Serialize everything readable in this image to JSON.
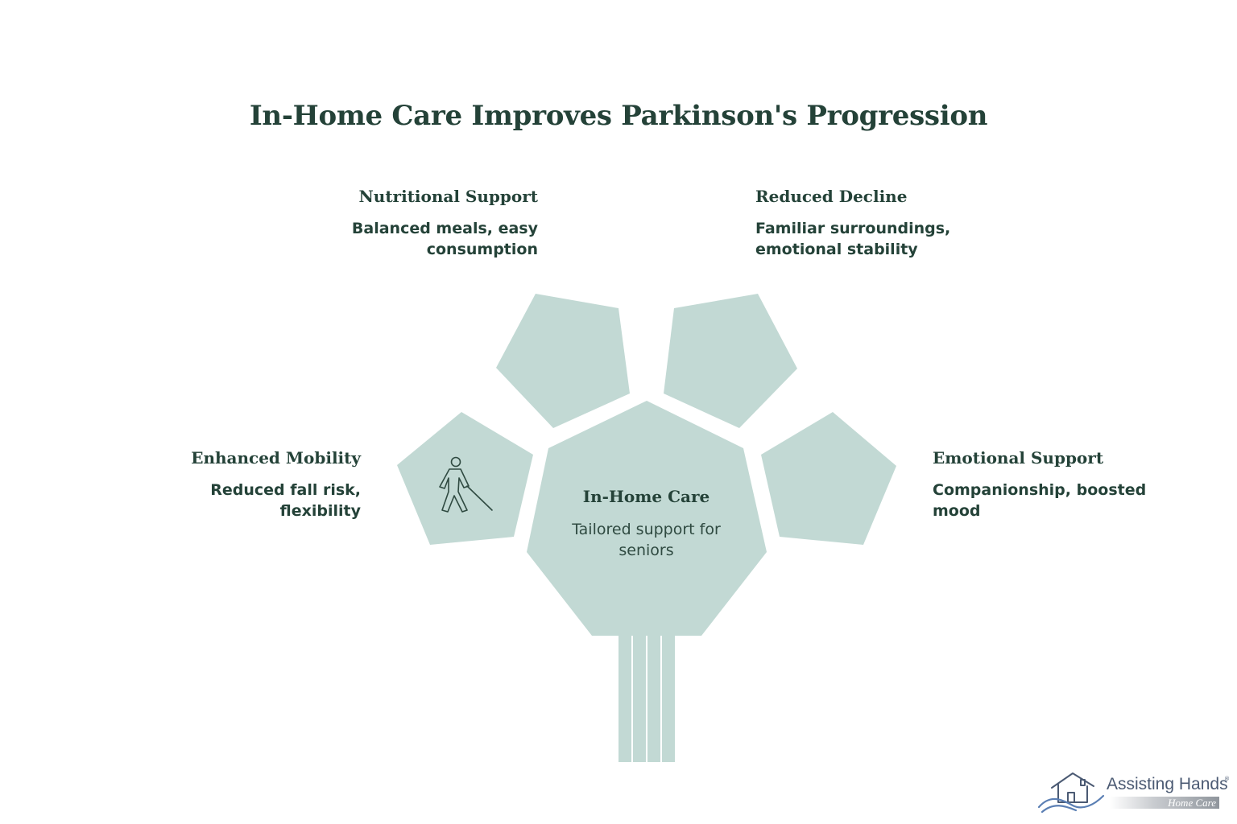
{
  "title": "In-Home Care Improves Parkinson's Progression",
  "colors": {
    "shape_fill": "#c2d9d4",
    "text_dark": "#244238",
    "logo_blue": "#4b5a73"
  },
  "center": {
    "heading": "In-Home Care",
    "description": "Tailored support for seniors"
  },
  "items": [
    {
      "heading": "Nutritional Support",
      "description": "Balanced meals, easy consumption"
    },
    {
      "heading": "Reduced Decline",
      "description": "Familiar surroundings, emotional stability"
    },
    {
      "heading": "Enhanced Mobility",
      "description": "Reduced fall risk, flexibility",
      "icon": "walking-cane-icon"
    },
    {
      "heading": "Emotional Support",
      "description": "Companionship, boosted mood"
    }
  ],
  "logo": {
    "brand": "Assisting Hands",
    "registered": "®",
    "subtitle": "Home Care"
  }
}
